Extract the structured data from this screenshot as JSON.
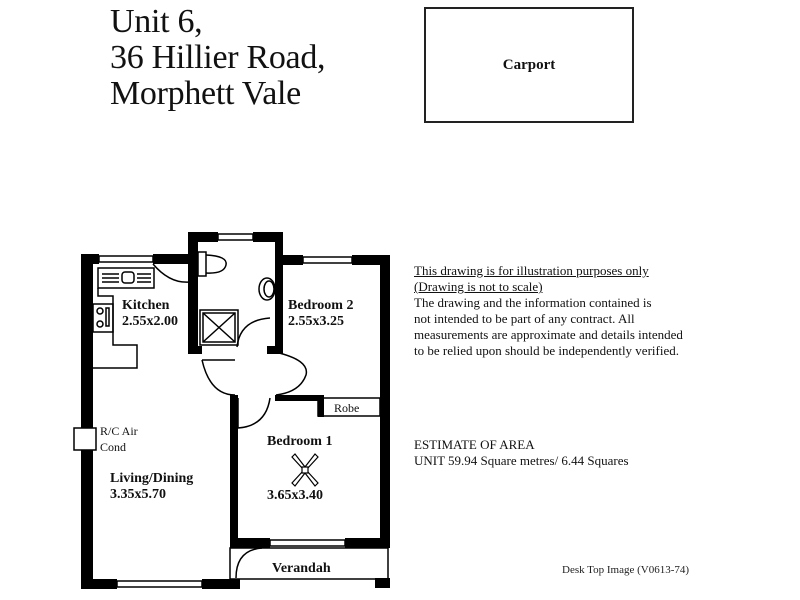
{
  "header": {
    "address_lines": [
      "Unit 6,",
      "36 Hillier Road,",
      "Morphett Vale"
    ]
  },
  "carport": {
    "label": "Carport"
  },
  "rooms": {
    "kitchen": {
      "name": "Kitchen",
      "size": "2.55x2.00"
    },
    "bedroom2": {
      "name": "Bedroom 2",
      "size": "2.55x3.25"
    },
    "robe": {
      "name": "Robe"
    },
    "bedroom1": {
      "name": "Bedroom 1",
      "size": "3.65x3.40"
    },
    "living": {
      "name": "Living/Dining",
      "size": "3.35x5.70"
    },
    "verandah": {
      "name": "Verandah"
    },
    "aircon": {
      "line1": "R/C Air",
      "line2": "Cond"
    }
  },
  "disclaimer": {
    "heading1": "This drawing is for illustration purposes only",
    "heading2": "(Drawing is not to scale)",
    "lines": [
      "The drawing and the information contained is",
      "not intended to be part of any contract.  All",
      "measurements are approximate and details intended",
      "to be relied upon should be independently verified."
    ]
  },
  "area": {
    "title": "ESTIMATE OF AREA",
    "value": "UNIT  59.94 Square metres/ 6.44 Squares"
  },
  "footer": {
    "code": "Desk Top Image  (V0613-74)"
  }
}
